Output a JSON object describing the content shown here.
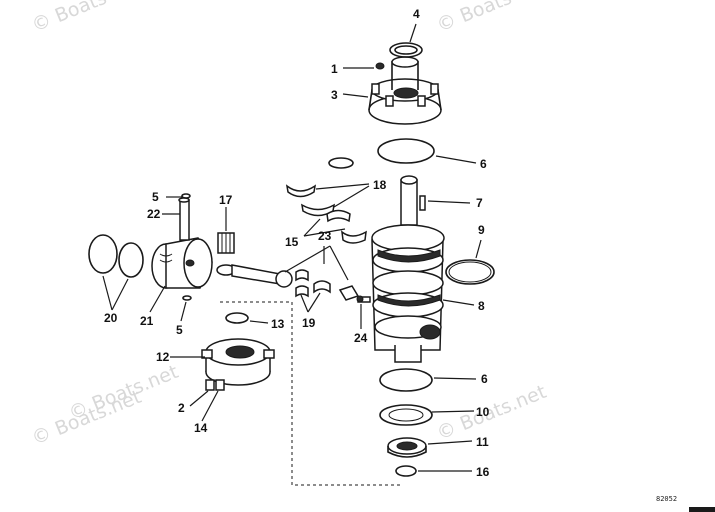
{
  "watermarks": [
    "© Boats",
    "© Boats",
    "© Boats.net",
    "© Boats.net",
    "© Boats.net"
  ],
  "drawing_code": "82052",
  "callouts": [
    "1",
    "2",
    "3",
    "4",
    "5",
    "5",
    "6",
    "6",
    "7",
    "8",
    "9",
    "10",
    "11",
    "12",
    "13",
    "14",
    "15",
    "16",
    "17",
    "18",
    "19",
    "20",
    "21",
    "22",
    "23",
    "24"
  ],
  "colors": {
    "ink": "#1a1a1a",
    "watermark": "#d8d8d8",
    "background": "#ffffff"
  }
}
